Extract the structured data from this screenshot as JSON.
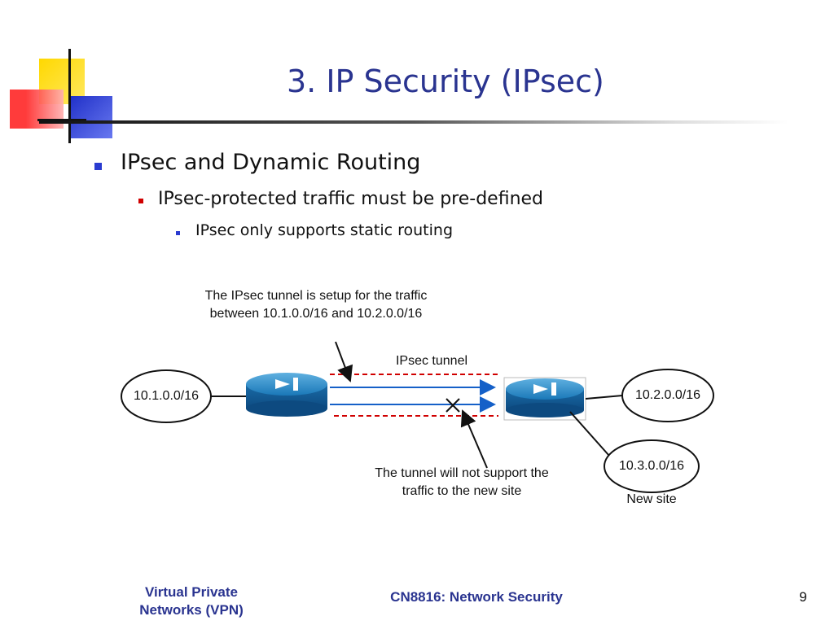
{
  "title": "3. IP Security (IPsec)",
  "bullets": {
    "level1": "IPsec and Dynamic Routing",
    "level2": "IPsec-protected traffic must be pre-defined",
    "level3": "IPsec only supports static routing"
  },
  "diagram": {
    "callout_top": "The IPsec tunnel is setup for the traffic between 10.1.0.0/16 and 10.2.0.0/16",
    "tunnel_label": "IPsec tunnel",
    "net_left": "10.1.0.0/16",
    "net_right": "10.2.0.0/16",
    "net_new": "10.3.0.0/16",
    "new_site_label": "New site",
    "callout_bottom": "The tunnel will not support the traffic to the new site"
  },
  "footer": {
    "left": "Virtual Private Networks (VPN)",
    "center": "CN8816: Network Security",
    "page": "9"
  },
  "colors": {
    "title": "#2a3490",
    "tunnel_line": "#1560c8",
    "tunnel_dashed": "#d00000",
    "router": "#1a78b8"
  },
  "icons": [
    "router-icon",
    "router-icon",
    "x-mark-icon"
  ]
}
